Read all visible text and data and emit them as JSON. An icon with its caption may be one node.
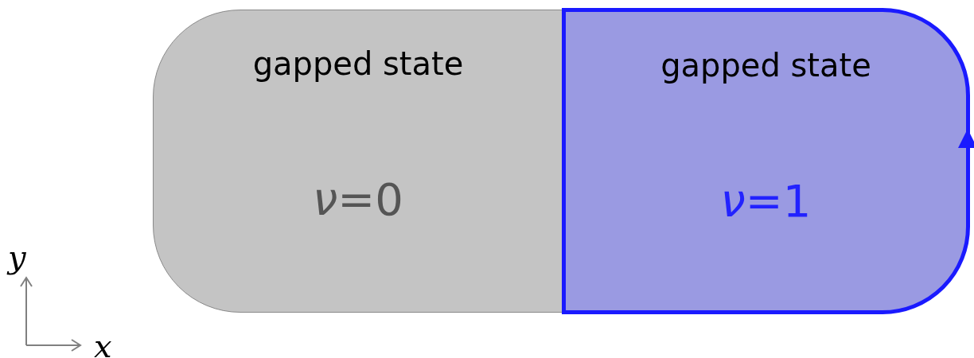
{
  "diagram": {
    "nodes": [
      {
        "text": [
          "gapped state",
          "*ν*=0"
        ]
      },
      {
        "text": [
          "gapped state",
          "*ν*=1"
        ]
      }
    ],
    "labels": [
      "y",
      "x"
    ]
  }
}
